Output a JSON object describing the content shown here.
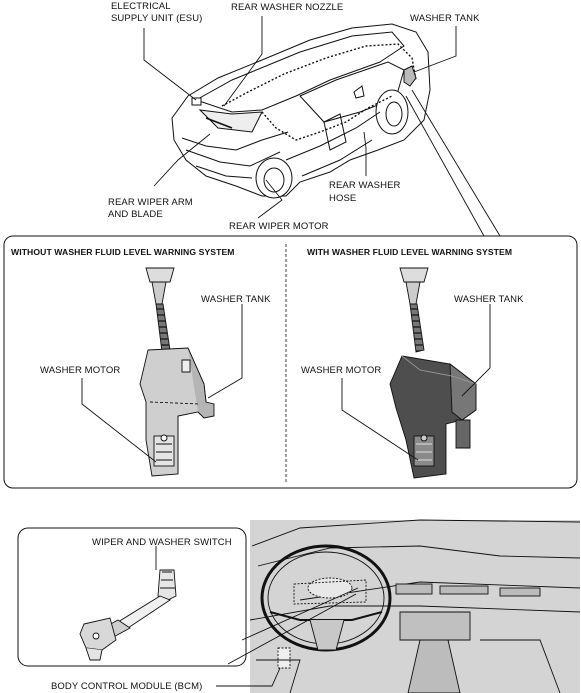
{
  "labels": {
    "esu_line1": "ELECTRICAL",
    "esu_line2": "SUPPLY UNIT (ESU)",
    "rear_washer_nozzle": "REAR WASHER NOZZLE",
    "washer_tank_top": "WASHER TANK",
    "rear_wiper_arm_line1": "REAR WIPER ARM",
    "rear_wiper_arm_line2": "AND BLADE",
    "rear_washer_hose_line1": "REAR WASHER",
    "rear_washer_hose_line2": "HOSE",
    "rear_wiper_motor": "REAR WIPER MOTOR",
    "without_header": "WITHOUT WASHER FLUID LEVEL WARNING SYSTEM",
    "with_header": "WITH WASHER FLUID LEVEL WARNING SYSTEM",
    "washer_tank_left": "WASHER TANK",
    "washer_motor_left": "WASHER MOTOR",
    "washer_tank_right": "WASHER TANK",
    "washer_motor_right": "WASHER MOTOR",
    "wiper_washer_switch": "WIPER AND WASHER SWITCH",
    "bcm": "BODY CONTROL MODULE (BCM)"
  },
  "colors": {
    "line": "#111111",
    "tank_fill_dark": "#4a4a4a",
    "tank_fill_mid": "#9a9a9a",
    "tank_fill_light": "#cfcfcf",
    "dash_fill": "#d9d9d9"
  }
}
